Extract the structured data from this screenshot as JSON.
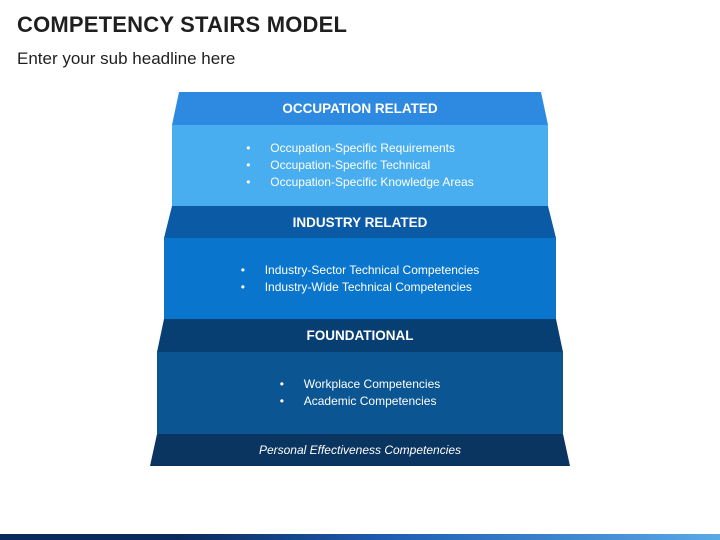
{
  "title": "COMPETENCY STAIRS MODEL",
  "subtitle": "Enter your sub headline here",
  "tiers": [
    {
      "heading": "OCCUPATION RELATED",
      "items": [
        "Occupation-Specific Requirements",
        "Occupation-Specific Technical",
        "Occupation-Specific Knowledge Areas"
      ],
      "cap_color": "#2e8ae0",
      "body_color": "#49aef0"
    },
    {
      "heading": "INDUSTRY RELATED",
      "items": [
        "Industry-Sector Technical Competencies",
        "Industry-Wide Technical Competencies"
      ],
      "cap_color": "#0a5aa6",
      "body_color": "#0a75cc"
    },
    {
      "heading": "FOUNDATIONAL",
      "items": [
        "Workplace Competencies",
        "Academic Competencies"
      ],
      "cap_color": "#083f73",
      "body_color": "#0a5592"
    }
  ],
  "base": {
    "label": "Personal Effectiveness Competencies",
    "color": "#0a3560"
  }
}
